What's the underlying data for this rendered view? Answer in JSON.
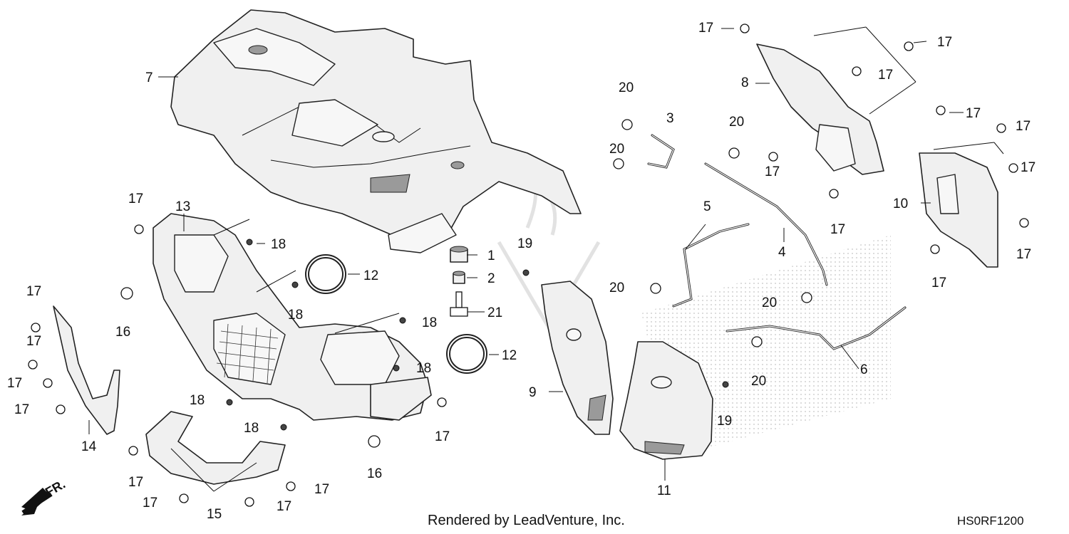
{
  "footer": {
    "credit": "Rendered by LeadVenture, Inc.",
    "diagram_code": "HS0RF1200"
  },
  "direction_label": "FR.",
  "callouts": {
    "c1": "1",
    "c2": "2",
    "c3": "3",
    "c4": "4",
    "c5": "5",
    "c6": "6",
    "c7": "7",
    "c8": "8",
    "c9": "9",
    "c10": "10",
    "c11": "11",
    "c12": "12",
    "c13": "13",
    "c14": "14",
    "c15": "15",
    "c16": "16",
    "c17": "17",
    "c18": "18",
    "c19": "19",
    "c20": "20",
    "c21": "21"
  },
  "icons": {
    "direction": "front-arrow-icon",
    "watermark": "leadventure-watermark-icon"
  }
}
